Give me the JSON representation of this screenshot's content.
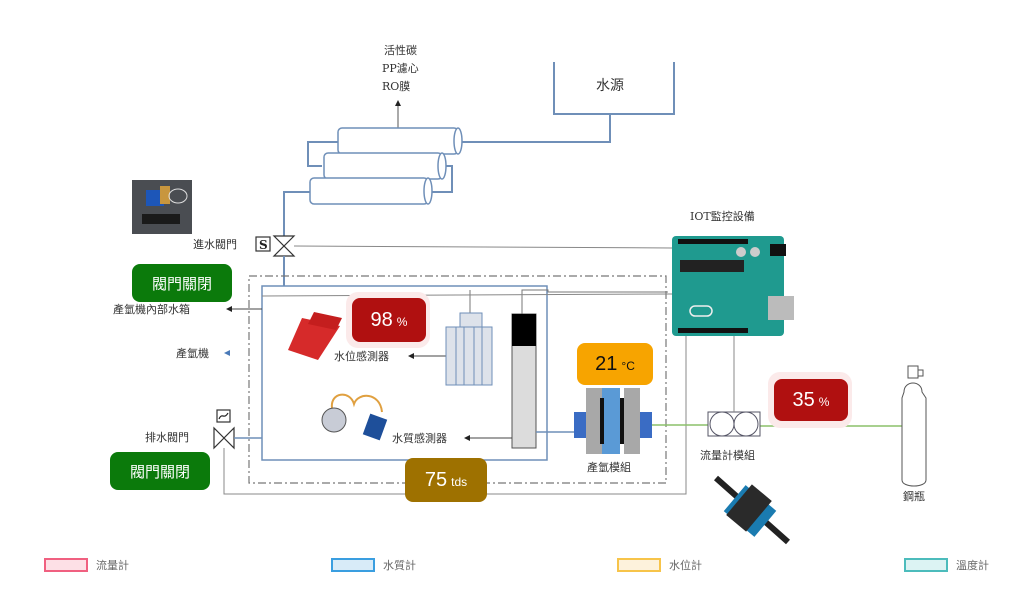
{
  "labels": {
    "filter_line1": "活性碳",
    "filter_line2": "PP濾心",
    "filter_line3": "RO膜",
    "water_source": "水源",
    "inlet_valve": "進水閥門",
    "internal_tank": "產氫機內部水箱",
    "hydrogen_machine": "產氫機",
    "water_level_sensor": "水位感測器",
    "water_quality_sensor": "水質感測器",
    "drain_valve": "排水閥門",
    "hydrogen_module": "產氫模組",
    "iot_device": "IOT監控設備",
    "flowmeter_module": "流量計模組",
    "cylinder": "鋼瓶",
    "solenoid_symbol": "S"
  },
  "readings": {
    "water_level": {
      "value": "98",
      "unit": "%",
      "color": "#b01010"
    },
    "temperature": {
      "value": "21",
      "unit": "°C",
      "color": "#f7a400"
    },
    "flow": {
      "value": "35",
      "unit": "%",
      "color": "#b01010"
    },
    "water_quality": {
      "value": "75",
      "unit": "tds",
      "color": "#9e7100"
    }
  },
  "valves": {
    "inlet_status": "閥門關閉",
    "drain_status": "閥門關閉",
    "status_color": "#0b7a0b"
  },
  "legend": [
    {
      "label": "流量計",
      "border": "#f06080",
      "fill": "#fde0e6"
    },
    {
      "label": "水質計",
      "border": "#3a9ee0",
      "fill": "#d8ebf8"
    },
    {
      "label": "水位計",
      "border": "#f7c44a",
      "fill": "#fdf2dc"
    },
    {
      "label": "溫度計",
      "border": "#4cbcbc",
      "fill": "#dcf3f3"
    }
  ]
}
